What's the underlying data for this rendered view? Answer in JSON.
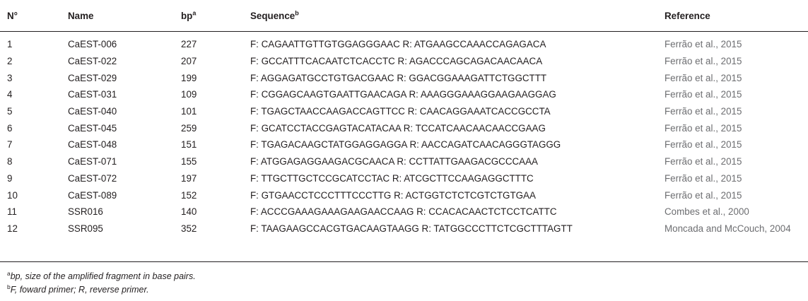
{
  "table": {
    "headers": {
      "no": "N°",
      "name": "Name",
      "bp": "bp",
      "bp_sup": "a",
      "sequence": "Sequence",
      "sequence_sup": "b",
      "reference": "Reference"
    },
    "rows": [
      {
        "no": "1",
        "name": "CaEST-006",
        "bp": "227",
        "sequence": "F: CAGAATTGTTGTGGAGGGAAC  R: ATGAAGCCAAACCAGAGACA",
        "reference": "Ferrão et al., 2015"
      },
      {
        "no": "2",
        "name": "CaEST-022",
        "bp": "207",
        "sequence": "F: GCCATTTCACAATCTCACCTC  R: AGACCCAGCAGACAACAACA",
        "reference": "Ferrão et al., 2015"
      },
      {
        "no": "3",
        "name": "CaEST-029",
        "bp": "199",
        "sequence": "F: AGGAGATGCCTGTGACGAAC  R: GGACGGAAAGATTCTGGCTTT",
        "reference": "Ferrão et al., 2015"
      },
      {
        "no": "4",
        "name": "CaEST-031",
        "bp": "109",
        "sequence": "F: CGGAGCAAGTGAATTGAACAGA  R: AAAGGGAAAGGAAGAAGGAG",
        "reference": "Ferrão et al., 2015"
      },
      {
        "no": "5",
        "name": "CaEST-040",
        "bp": "101",
        "sequence": "F: TGAGCTAACCAAGACCAGTTCC  R: CAACAGGAAATCACCGCCTA",
        "reference": "Ferrão et al., 2015"
      },
      {
        "no": "6",
        "name": "CaEST-045",
        "bp": "259",
        "sequence": "F: GCATCCTACCGAGTACATACAA  R: TCCATCAACAACAACCGAAG",
        "reference": "Ferrão et al., 2015"
      },
      {
        "no": "7",
        "name": "CaEST-048",
        "bp": "151",
        "sequence": "F: TGAGACAAGCTATGGAGGAGGA  R: AACCAGATCAACAGGGTAGGG",
        "reference": "Ferrão et al., 2015"
      },
      {
        "no": "8",
        "name": "CaEST-071",
        "bp": "155",
        "sequence": "F: ATGGAGAGGAAGACGCAACA  R: CCTTATTGAAGACGCCCAAA",
        "reference": "Ferrão et al., 2015"
      },
      {
        "no": "9",
        "name": "CaEST-072",
        "bp": "197",
        "sequence": "F: TTGCTTGCTCCGCATCCTAC  R: ATCGCTTCCAAGAGGCTTTC",
        "reference": "Ferrão et al., 2015"
      },
      {
        "no": "10",
        "name": "CaEST-089",
        "bp": "152",
        "sequence": "F: GTGAACCTCCCTTTCCCTTG  R: ACTGGTCTCTCGTCTGTGAA",
        "reference": "Ferrão et al., 2015"
      },
      {
        "no": "11",
        "name": "SSR016",
        "bp": "140",
        "sequence": "F: ACCCGAAAGAAAGAAGAACCAAG  R: CCACACAACTCTCCTCATTC",
        "reference": "Combes et al., 2000"
      },
      {
        "no": "12",
        "name": "SSR095",
        "bp": "352",
        "sequence": "F: TAAGAAGCCACGTGACAAGTAAGG  R: TATGGCCCTTCTCGCTTTAGTT",
        "reference": "Moncada and McCouch, 2004"
      }
    ]
  },
  "footnotes": [
    {
      "mark": "a",
      "text": "bp, size of the amplified fragment in base pairs."
    },
    {
      "mark": "b",
      "text": "F, foward primer; R, reverse primer."
    }
  ],
  "colors": {
    "text": "#231f20",
    "reference": "#6d6e71",
    "rule": "#231f20"
  }
}
